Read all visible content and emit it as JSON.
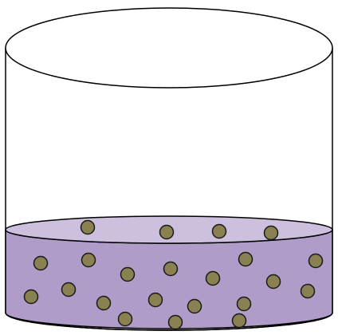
{
  "diagram": {
    "subject": "beaker",
    "liquid_fill_fraction": 0.3,
    "particle_count": 22,
    "colors": {
      "outline": "#000000",
      "glass": "#ffffff",
      "liquid_side": "#b09cc8",
      "liquid_surface": "#ccc0de",
      "particle_fill": "#8a8152",
      "particle_stroke": "#1a1a1a"
    }
  }
}
